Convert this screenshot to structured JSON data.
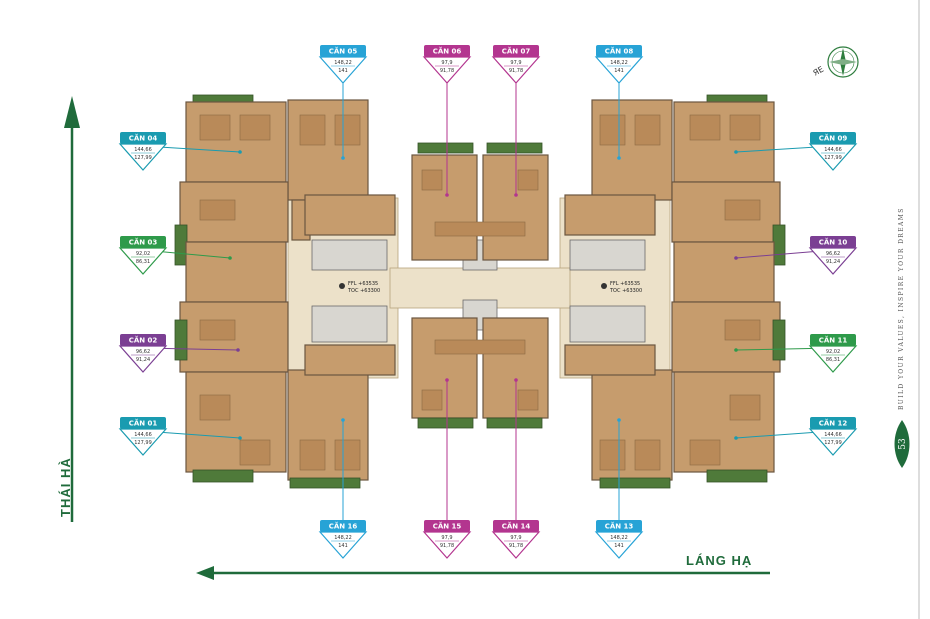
{
  "colors": {
    "teal": "#1a9bb0",
    "green": "#2e9a4a",
    "purple": "#7b3f93",
    "magenta": "#b3358f",
    "blue": "#27a3d6",
    "street_green": "#1f6b3b",
    "wood": "#c69c6d",
    "corridor": "#ece1c9"
  },
  "street_left": "THÁI HÀ",
  "street_bottom": "LÁNG HẠ",
  "slogan": "BUILD YOUR VALUES, INSPIRE YOUR DREAMS",
  "page_number": "53",
  "compass_icon": "compass-icon",
  "leaf_icon": "leaf-icon",
  "level_left": [
    "FFL +63535",
    "TOC +63300"
  ],
  "level_right": [
    "FFL +63535",
    "TOC +63300"
  ],
  "units": [
    {
      "name": "CĂN 01",
      "area1": "144,66",
      "area2": "127,99",
      "color": "teal"
    },
    {
      "name": "CĂN 02",
      "area1": "96,62",
      "area2": "91,24",
      "color": "purple"
    },
    {
      "name": "CĂN 03",
      "area1": "92,02",
      "area2": "86,31",
      "color": "green"
    },
    {
      "name": "CĂN 04",
      "area1": "144,66",
      "area2": "127,99",
      "color": "teal"
    },
    {
      "name": "CĂN 05",
      "area1": "148,22",
      "area2": "141",
      "color": "blue"
    },
    {
      "name": "CĂN 06",
      "area1": "97,9",
      "area2": "91,78",
      "color": "magenta"
    },
    {
      "name": "CĂN 07",
      "area1": "97,9",
      "area2": "91,78",
      "color": "magenta"
    },
    {
      "name": "CĂN 08",
      "area1": "148,22",
      "area2": "141",
      "color": "blue"
    },
    {
      "name": "CĂN 09",
      "area1": "144,66",
      "area2": "127,99",
      "color": "teal"
    },
    {
      "name": "CĂN 10",
      "area1": "96,62",
      "area2": "91,24",
      "color": "purple"
    },
    {
      "name": "CĂN 11",
      "area1": "92,02",
      "area2": "86,31",
      "color": "green"
    },
    {
      "name": "CĂN 12",
      "area1": "144,66",
      "area2": "127,99",
      "color": "teal"
    },
    {
      "name": "CĂN 13",
      "area1": "148,22",
      "area2": "141",
      "color": "blue"
    },
    {
      "name": "CĂN 14",
      "area1": "97,9",
      "area2": "91,78",
      "color": "magenta"
    },
    {
      "name": "CĂN 15",
      "area1": "97,9",
      "area2": "91,78",
      "color": "magenta"
    },
    {
      "name": "CĂN 16",
      "area1": "148,22",
      "area2": "141",
      "color": "blue"
    }
  ]
}
